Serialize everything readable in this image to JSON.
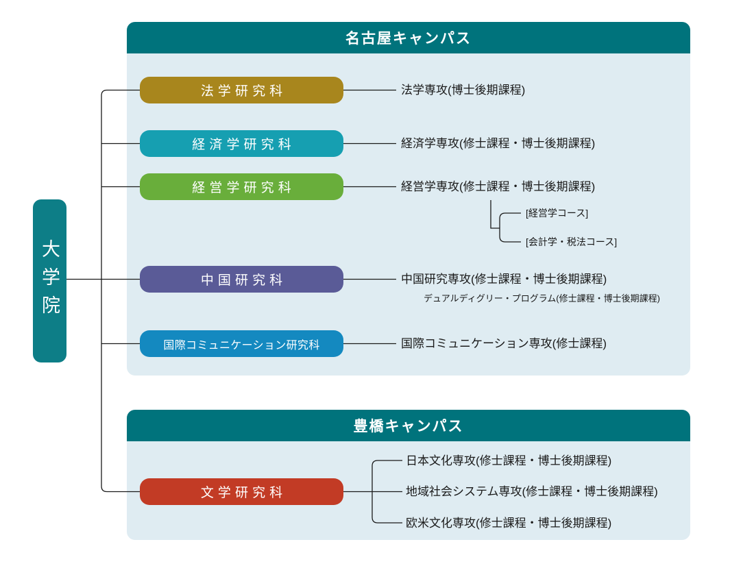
{
  "root": {
    "label": "大学院"
  },
  "colors": {
    "header_teal": "#00737c",
    "root_teal": "#0d7e87",
    "panel_bg": "#dfecf2",
    "line": "#1a1a1a"
  },
  "campuses": [
    {
      "name": "名古屋キャンパス",
      "departments": [
        {
          "name": "法学研究科",
          "color": "#a8861d",
          "majors": [
            "法学専攻(博士後期課程)"
          ]
        },
        {
          "name": "経済学研究科",
          "color": "#169fb1",
          "majors": [
            "経済学専攻(修士課程・博士後期課程)"
          ]
        },
        {
          "name": "経営学研究科",
          "color": "#69ae3b",
          "majors": [
            "経営学専攻(修士課程・博士後期課程)"
          ],
          "courses": [
            "[経営学コース]",
            "[会計学・税法コース]"
          ]
        },
        {
          "name": "中国研究科",
          "color": "#5a5b97",
          "majors": [
            "中国研究専攻(修士課程・博士後期課程)"
          ],
          "note": "デュアルディグリー・プログラム(修士課程・博士後期課程)"
        },
        {
          "name": "国際コミュニケーション研究科",
          "color": "#1489c0",
          "majors": [
            "国際コミュニケーション専攻(修士課程)"
          ]
        }
      ]
    },
    {
      "name": "豊橋キャンパス",
      "departments": [
        {
          "name": "文学研究科",
          "color": "#c23b25",
          "majors": [
            "日本文化専攻(修士課程・博士後期課程)",
            "地域社会システム専攻(修士課程・博士後期課程)",
            "欧米文化専攻(修士課程・博士後期課程)"
          ]
        }
      ]
    }
  ]
}
